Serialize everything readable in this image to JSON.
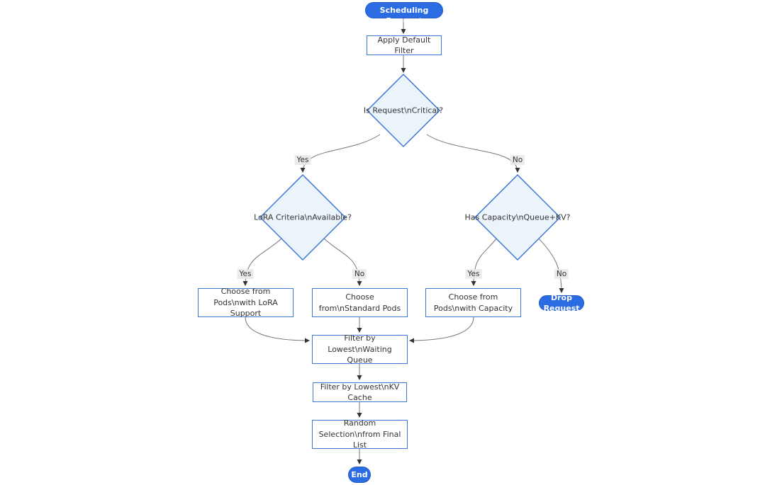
{
  "diagram": {
    "type": "flowchart",
    "direction": "top-down",
    "nodes": {
      "start": {
        "label": "Start Scheduling Request",
        "shape": "stadium"
      },
      "apply_filter": {
        "label": "Apply Default Filter",
        "shape": "rect"
      },
      "is_critical": {
        "label": "Is Request\\nCritical?",
        "shape": "diamond"
      },
      "lora_available": {
        "label": "LoRA Criteria\\nAvailable?",
        "shape": "diamond"
      },
      "has_capacity": {
        "label": "Has Capacity\\nQueue+KV?",
        "shape": "diamond"
      },
      "choose_lora": {
        "label": "Choose from Pods\\nwith LoRA Support",
        "shape": "rect"
      },
      "choose_standard": {
        "label": "Choose from\\nStandard Pods",
        "shape": "rect"
      },
      "choose_capacity": {
        "label": "Choose from Pods\\nwith Capacity",
        "shape": "rect"
      },
      "drop": {
        "label": "Drop Request",
        "shape": "stadium"
      },
      "filter_queue": {
        "label": "Filter by Lowest\\nWaiting Queue",
        "shape": "rect"
      },
      "filter_kv": {
        "label": "Filter by Lowest\\nKV Cache",
        "shape": "rect"
      },
      "random_selection": {
        "label": "Random Selection\\nfrom Final List",
        "shape": "rect"
      },
      "end": {
        "label": "End",
        "shape": "stadium"
      }
    },
    "edge_labels": {
      "yes": "Yes",
      "no": "No"
    },
    "edges": [
      {
        "from": "start",
        "to": "apply_filter"
      },
      {
        "from": "apply_filter",
        "to": "is_critical"
      },
      {
        "from": "is_critical",
        "to": "lora_available",
        "label": "Yes"
      },
      {
        "from": "is_critical",
        "to": "has_capacity",
        "label": "No"
      },
      {
        "from": "lora_available",
        "to": "choose_lora",
        "label": "Yes"
      },
      {
        "from": "lora_available",
        "to": "choose_standard",
        "label": "No"
      },
      {
        "from": "has_capacity",
        "to": "choose_capacity",
        "label": "Yes"
      },
      {
        "from": "has_capacity",
        "to": "drop",
        "label": "No"
      },
      {
        "from": "choose_lora",
        "to": "filter_queue"
      },
      {
        "from": "choose_standard",
        "to": "filter_queue"
      },
      {
        "from": "choose_capacity",
        "to": "filter_queue"
      },
      {
        "from": "filter_queue",
        "to": "filter_kv"
      },
      {
        "from": "filter_kv",
        "to": "random_selection"
      },
      {
        "from": "random_selection",
        "to": "end"
      }
    ],
    "colors": {
      "accent_pill_fill": "#2b6ce2",
      "node_border": "#3d77d8",
      "diamond_fill": "#ebf3fb",
      "edge_line": "#777777",
      "arrowhead": "#333333",
      "edge_label_bg": "#e8e8e8",
      "text": "#333333",
      "background": "#ffffff"
    }
  }
}
